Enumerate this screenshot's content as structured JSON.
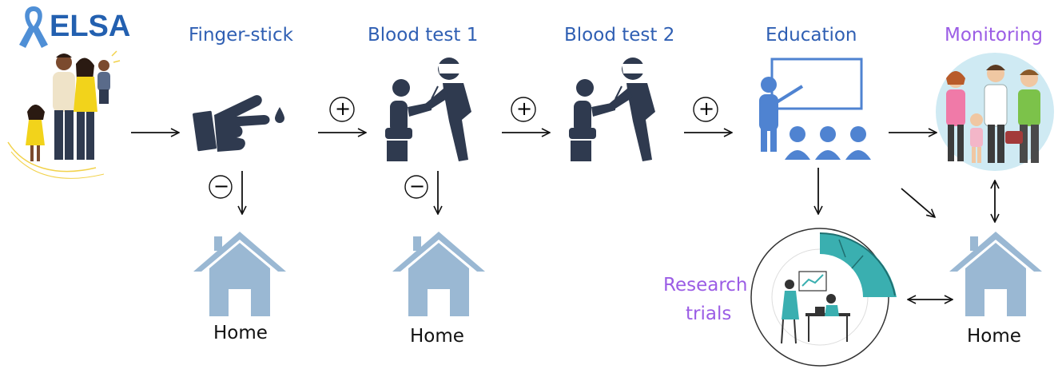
{
  "logo": {
    "text": "ELSA"
  },
  "steps": [
    {
      "label": "Finger-stick"
    },
    {
      "label": "Blood test 1"
    },
    {
      "label": "Blood test 2"
    },
    {
      "label": "Education"
    },
    {
      "label": "Monitoring"
    }
  ],
  "result_markers": {
    "positive": "+",
    "negative": "−"
  },
  "homes": [
    {
      "label": "Home"
    },
    {
      "label": "Home"
    },
    {
      "label": "Home"
    }
  ],
  "research": {
    "line1": "Research",
    "line2": "trials"
  },
  "colors": {
    "step_title": "#2f5fb3",
    "purple": "#9b5de5",
    "navy_icon": "#2f3a4f",
    "education_blue": "#4f83d1",
    "house": "#9ab8d3",
    "teal": "#3aafb0",
    "monitoring_bg": "#cfeaf3"
  }
}
